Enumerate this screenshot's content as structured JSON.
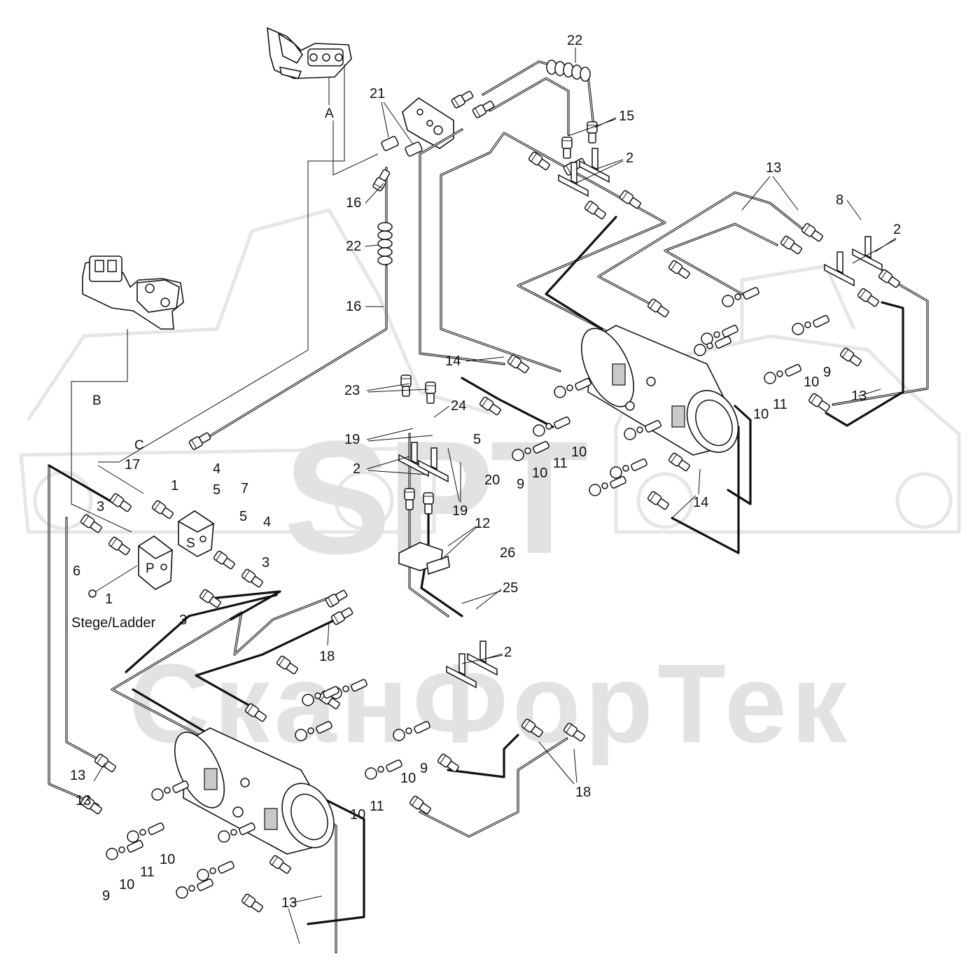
{
  "watermark": {
    "logo_text": "SPT",
    "brand_text": "СканФорТек"
  },
  "section_letters": [
    "A",
    "B",
    "C"
  ],
  "block_labels": {
    "pressure_block": "P",
    "supply_block": "S"
  },
  "note": "Stege/Ladder",
  "callouts": [
    {
      "id": "c22-top",
      "text": "22"
    },
    {
      "id": "c21",
      "text": "21"
    },
    {
      "id": "c15",
      "text": "15"
    },
    {
      "id": "c2-top",
      "text": "2"
    },
    {
      "id": "c13-top",
      "text": "13"
    },
    {
      "id": "c8",
      "text": "8"
    },
    {
      "id": "c2-right",
      "text": "2"
    },
    {
      "id": "c16-top",
      "text": "16"
    },
    {
      "id": "c22-mid",
      "text": "22"
    },
    {
      "id": "c16-mid",
      "text": "16"
    },
    {
      "id": "c14-mid",
      "text": "14"
    },
    {
      "id": "c23",
      "text": "23"
    },
    {
      "id": "c24",
      "text": "24"
    },
    {
      "id": "c19-top",
      "text": "19"
    },
    {
      "id": "c5-mid",
      "text": "5"
    },
    {
      "id": "c2-mid",
      "text": "2"
    },
    {
      "id": "c20",
      "text": "20"
    },
    {
      "id": "c19-bot",
      "text": "19"
    },
    {
      "id": "c9-mid",
      "text": "9"
    },
    {
      "id": "c10-mid",
      "text": "10"
    },
    {
      "id": "c11-mid",
      "text": "11"
    },
    {
      "id": "c10-mid2",
      "text": "10"
    },
    {
      "id": "c9-right",
      "text": "9"
    },
    {
      "id": "c10-right",
      "text": "10"
    },
    {
      "id": "c11-right",
      "text": "11"
    },
    {
      "id": "c10-right2",
      "text": "10"
    },
    {
      "id": "c13-right",
      "text": "13"
    },
    {
      "id": "c14-right",
      "text": "14"
    },
    {
      "id": "c12",
      "text": "12"
    },
    {
      "id": "c26",
      "text": "26"
    },
    {
      "id": "c25",
      "text": "25"
    },
    {
      "id": "c2-low",
      "text": "2"
    },
    {
      "id": "c18-mid",
      "text": "18"
    },
    {
      "id": "c18-right",
      "text": "18"
    },
    {
      "id": "c17",
      "text": "17"
    },
    {
      "id": "c4-top",
      "text": "4"
    },
    {
      "id": "c5-top",
      "text": "5"
    },
    {
      "id": "c1-top",
      "text": "1"
    },
    {
      "id": "c7",
      "text": "7"
    },
    {
      "id": "c3-left",
      "text": "3"
    },
    {
      "id": "c5-right",
      "text": "5"
    },
    {
      "id": "c4-right",
      "text": "4"
    },
    {
      "id": "c3-right",
      "text": "3"
    },
    {
      "id": "c6",
      "text": "6"
    },
    {
      "id": "c1-bot",
      "text": "1"
    },
    {
      "id": "c3-bot",
      "text": "3"
    },
    {
      "id": "c9-low",
      "text": "9"
    },
    {
      "id": "c10-low",
      "text": "10"
    },
    {
      "id": "c10-low2",
      "text": "10"
    },
    {
      "id": "c11-low",
      "text": "11"
    },
    {
      "id": "c13-left1",
      "text": "13"
    },
    {
      "id": "c13-left2",
      "text": "13"
    },
    {
      "id": "c9-bl",
      "text": "9"
    },
    {
      "id": "c10-bl",
      "text": "10"
    },
    {
      "id": "c11-bl",
      "text": "11"
    },
    {
      "id": "c10-bl2",
      "text": "10"
    },
    {
      "id": "c13-bot",
      "text": "13"
    }
  ]
}
